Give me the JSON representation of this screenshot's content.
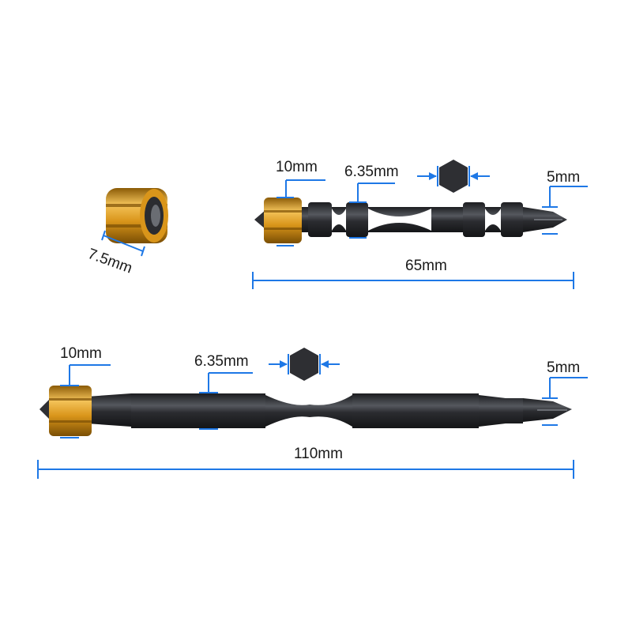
{
  "colors": {
    "dimension_line": "#1e78e6",
    "bit_steel": "#2e2f33",
    "bit_highlight": "#6a6d73",
    "sleeve_gold": "#d9951a",
    "sleeve_light": "#f4c35a",
    "sleeve_dark": "#8a5a06",
    "label_text": "#1a1a1a",
    "background": "#ffffff"
  },
  "sleeve": {
    "width_label": "7.5mm"
  },
  "short_bit": {
    "sleeve_label": "10mm",
    "shank_label": "6.35mm",
    "tip_label": "5mm",
    "length_label": "65mm",
    "hex_icon": "hexagon-icon"
  },
  "long_bit": {
    "sleeve_label": "10mm",
    "shank_label": "6.35mm",
    "tip_label": "5mm",
    "length_label": "110mm",
    "hex_icon": "hexagon-icon"
  }
}
